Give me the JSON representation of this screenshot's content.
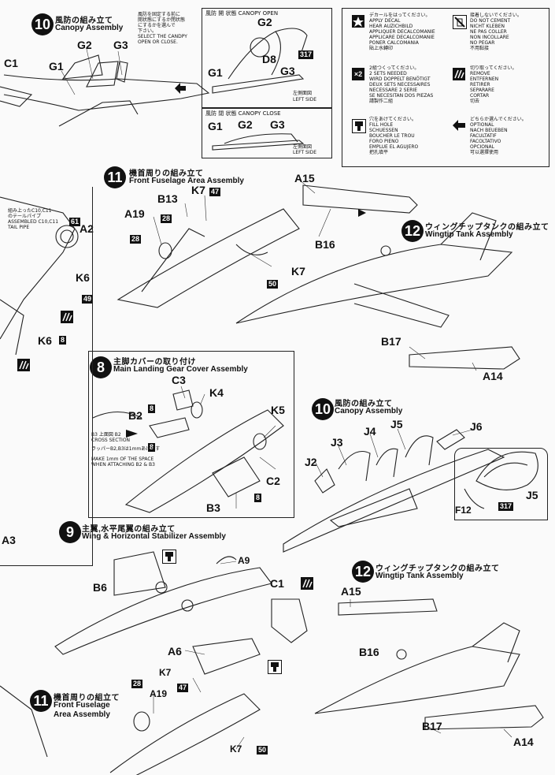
{
  "steps": {
    "s10_top": {
      "num": "10",
      "jp": "風防の組み立て",
      "en": "Canopy Assembly"
    },
    "s11_top": {
      "num": "11",
      "jp": "機首周りの組み立て",
      "en": "Front Fuselage Area Assembly"
    },
    "s12_top": {
      "num": "12",
      "jp": "ウィングチップタンクの組み立て",
      "en": "Wingtip Tank Assembly"
    },
    "s8": {
      "num": "8",
      "jp": "主脚カバーの取り付け",
      "en": "Main Landing Gear Cover Assembly"
    },
    "s10_mid": {
      "num": "10",
      "jp": "風防の組み立て",
      "en": "Canopy Assembly"
    },
    "s9": {
      "num": "9",
      "jp": "主翼,水平尾翼の組み立て",
      "en": "Wing & Horizontal Stabilizer Assembly"
    },
    "s12_bot": {
      "num": "12",
      "jp": "ウィングチップタンクの組み立て",
      "en": "Wingtip Tank Assembly"
    },
    "s11_bot": {
      "num": "11",
      "jp": "機首周りの組立て",
      "en1": "Front Fuselage",
      "en2": "Area Assembly"
    }
  },
  "canopy_note": [
    "風防を固定する前に",
    "開状態にするか閉状態",
    "にするかを選んで",
    "下さい。",
    "SELECT THE CANDPY",
    "OPEN OR CLOSE."
  ],
  "canopy_open": {
    "title": "風防 開 状態  CANOPY OPEN",
    "side": "左側面図",
    "side_en": "LEFT SIDE"
  },
  "canopy_close": {
    "title": "風防 閉 状態  CANOPY CLOSE",
    "side": "左側面図",
    "side_en": "LEFT SIDE"
  },
  "legend": {
    "apply": [
      "デカールをはってください。",
      "APPLY DECAL",
      "HEAR AUZICHBILD",
      "APPLIQUER DECALCOMANIE",
      "APPLICARE DECALCOMANIE",
      "PONER CALCOMANIA",
      "貼上水轉印"
    ],
    "no_cement": [
      "接着しないでください。",
      "DO NOT CEMENT",
      "NICHT KLEBEN",
      "NE PAS COLLER",
      "NON INCOLLARE",
      "NO PEGAR",
      "不用黏接"
    ],
    "x2": [
      "2組つくってください。",
      "2 SETS NEEDED",
      "WIRD DOPPELT BENÖTIGT",
      "DEUX SETS NECESSAIRES",
      "NECESSARE 2 SERIE",
      "SE NECESITAN DOS PIEZAS",
      "請製作二組"
    ],
    "remove": [
      "切り取ってください。",
      "REMOVE",
      "ENTFERNEN",
      "RETIRER",
      "SEPARARE",
      "CORTAR",
      "切去"
    ],
    "fill": [
      "穴をあけてください。",
      "FILL HOLE",
      "SCHUESSEN",
      "BOUCHER LE TROU",
      "FORO PIENO",
      "EMPLUE EL AGUJERO",
      "把孔填平"
    ],
    "optional": [
      "どちらか選んでください。",
      "OPTIONAL",
      "NACH BEUEBEN",
      "FACULTATIF",
      "FACOLTATIVO",
      "OPCIONAL",
      "可以選擇使用"
    ],
    "x2_mark": "×2"
  },
  "labels": {
    "G2": "G2",
    "G3": "G3",
    "G1": "G1",
    "C1": "C1",
    "D8": "D8",
    "A15": "A15",
    "B16": "B16",
    "B17": "B17",
    "A14": "A14",
    "A19": "A19",
    "B13": "B13",
    "K7": "K7",
    "A2": "A2",
    "K6": "K6",
    "C3": "C3",
    "K4": "K4",
    "B2": "B2",
    "K5": "K5",
    "C2": "C2",
    "B3": "B3",
    "J2": "J2",
    "J3": "J3",
    "J4": "J4",
    "J5": "J5",
    "J6": "J6",
    "F12": "F12",
    "A9": "A9",
    "B6": "B6",
    "A6": "A6",
    "A3": "A3"
  },
  "numbers": {
    "n317": "317",
    "n47": "47",
    "n28": "28",
    "n50": "50",
    "n61": "61",
    "n49": "49",
    "n8": "8"
  },
  "left_note": [
    "組み上ったC10,C11",
    "のテールパイプ",
    "ASSEMBLED C10,C11",
    "TAIL PIPE"
  ],
  "cross_section": [
    "B3",
    "上面図",
    "B2",
    "CROSS SECTION",
    "ラッパーB2,B3は1mmあけます",
    "MAKE 1mm OF THE SPACE",
    "WHEN ATTACHING B2 & B3"
  ]
}
